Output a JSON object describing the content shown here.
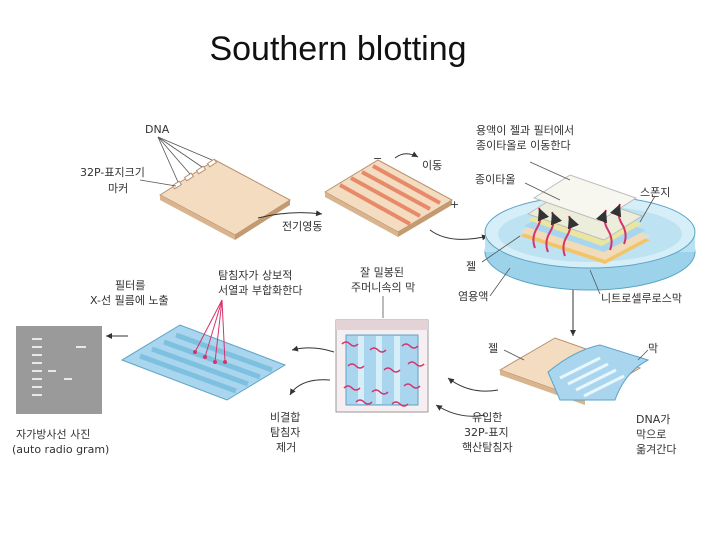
{
  "title": "Southern blotting",
  "labels": {
    "dna": "DNA",
    "marker_l1": "32P-표지크기",
    "marker_l2": "마커",
    "electrophoresis": "전기영동",
    "minus": "−",
    "plus": "+",
    "migration": "이동",
    "transfer_l1": "용액이 젤과 필터에서",
    "transfer_l2": "종이타올로 이동한다",
    "paper_towel": "종이타올",
    "sponge": "스폰지",
    "gel_top": "젤",
    "buffer": "염용액",
    "nitrocellulose": "니트로셀루로스막",
    "filter_l1": "필터를",
    "filter_l2": "X-선 필름에 노출",
    "probe_l1": "탐침자가 상보적",
    "probe_l2": "서열과 부합화한다",
    "sealed_l1": "잘 밀봉된",
    "sealed_l2": "주머니속의 막",
    "gel_bottom": "젤",
    "membrane": "막",
    "dna_moves_l1": "DNA가",
    "dna_moves_l2": "막으로",
    "dna_moves_l3": "옮겨간다",
    "unbound_l1": "비결합",
    "unbound_l2": "탐침자",
    "unbound_l3": "제거",
    "labeled_probe_l1": "유입한",
    "labeled_probe_l2": "32P-표지",
    "labeled_probe_l3": "핵산탐침자",
    "autorad_l1": "자가방사선 사진",
    "autorad_l2": "(auto radio gram)"
  },
  "colors": {
    "gel": "#f3dcc0",
    "band": "#e88a6a",
    "tray": "#9dd3ea",
    "membrane": "#a9d6ee",
    "probe": "#d6336c",
    "film": "#9a9a9a"
  }
}
